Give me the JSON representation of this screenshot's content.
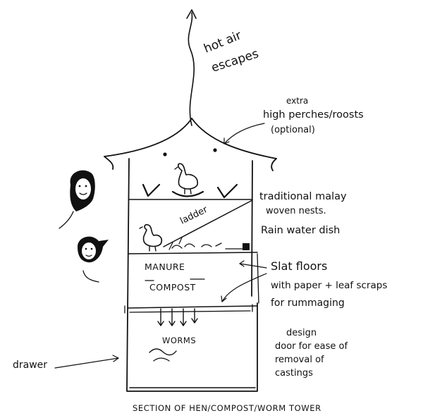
{
  "labels": {
    "hot_air_1": "hot air",
    "hot_air_2": "escapes",
    "extra": "extra",
    "high_perches": "high perches/roosts",
    "optional": "(optional)",
    "traditional_1": "traditional malay",
    "traditional_2": "woven nests.",
    "rainwater": "Rain water dish",
    "ladder": "ladder",
    "manure": "MANURE",
    "compost": "COMPOST",
    "slat_1": "Slat floors",
    "slat_2": "with paper + leaf scraps",
    "slat_3": "for rummaging",
    "worms": "WORMS",
    "design_1": "design",
    "design_2": "door for ease of",
    "design_3": "removal of",
    "design_4": "castings",
    "drawer": "drawer",
    "caption": "SECTION OF HEN/COMPOST/WORM TOWER"
  }
}
